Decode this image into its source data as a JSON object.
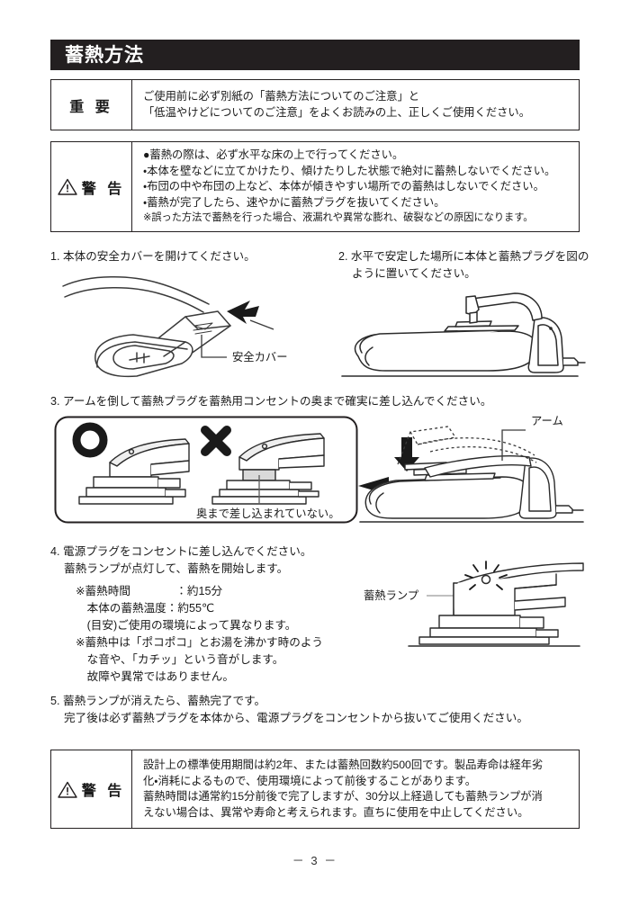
{
  "page": {
    "section_title": "蓄熱方法",
    "page_number": "－ 3 －"
  },
  "important": {
    "label": "重 要",
    "lines": [
      "ご使用前に必ず別紙の「蓄熱方法についてのご注意」と",
      "「低温やけどについてのご注意」をよくお読みの上、正しくご使用ください。"
    ]
  },
  "warning_top": {
    "label": "警 告",
    "icon": "warning-triangle-icon",
    "lines": [
      "●蓄熱の際は、必ず水平な床の上で行ってください。",
      "・本体を壁などに立てかけたり、傾けたりした状態で絶対に蓄熱しないでください。",
      "・布団の中や布団の上など、本体が傾きやすい場所での蓄熱はしないでください。",
      "・蓄熱が完了したら、速やかに蓄熱プラグを抜いてください。"
    ],
    "footnote": "※誤った方法で蓄熱を行った場合、液漏れや異常な膨れ、破裂などの原因になります。"
  },
  "steps": [
    {
      "number": "1.",
      "lines": [
        "本体の安全カバーを開けてください。"
      ],
      "callout": "安全カバー"
    },
    {
      "number": "2.",
      "lines": [
        "水平で安定した場所に本体と蓄熱プラグを図の",
        "ように置いてください。"
      ]
    },
    {
      "number": "3.",
      "lines": [
        "アームを倒して蓄熱プラグを蓄熱用コンセントの奥まで確実に差し込んでください。"
      ],
      "ok_mark": "○",
      "ng_mark": "✕",
      "ng_caption": "奥まで差し込まれていない。",
      "callout": "アーム"
    },
    {
      "number": "4.",
      "lines": [
        "電源プラグをコンセントに差し込んでください。",
        "蓄熱ランプが点灯して、蓄熱を開始します。"
      ],
      "notes": [
        "※蓄熱時間　　　　：約15分",
        "　本体の蓄熱温度：約55℃",
        "　(目安)ご使用の環境によって異なります。",
        "※蓄熱中は「ポコポコ」とお湯を沸かす時のよう",
        "　な音や、「カチッ」という音がします。",
        "　故障や異常ではありません。"
      ],
      "callout": "蓄熱ランプ"
    },
    {
      "number": "5.",
      "lines": [
        "蓄熱ランプが消えたら、蓄熱完了です。",
        "完了後は必ず蓄熱プラグを本体から、電源プラグをコンセントから抜いてご使用ください。"
      ]
    }
  ],
  "warning_bottom": {
    "label": "警 告",
    "icon": "warning-triangle-icon",
    "lines": [
      "設計上の標準使用期間は約2年、または蓄熱回数約500回です。製品寿命は経年劣",
      "化・消耗によるもので、使用環境によって前後することがあります。",
      "蓄熱時間は通常約15分前後で完了しますが、30分以上経過しても蓄熱ランプが消",
      "えない場合は、異常や寿命と考えられます。直ちに使用を中止してください。"
    ]
  },
  "colors": {
    "title_bar_bg": "#231f20",
    "title_bar_text": "#ffffff",
    "body_text": "#1a1a1a",
    "line": "#231f20"
  }
}
